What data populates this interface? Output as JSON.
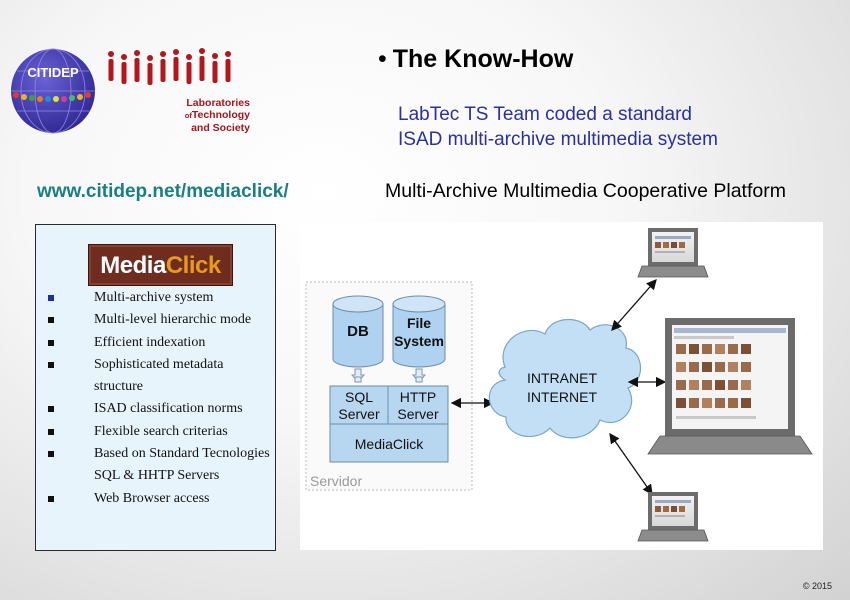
{
  "logo": {
    "globe_text": "CITIDEP",
    "lab_line1": "Laboratories",
    "lab_line2_small": "of",
    "lab_line2": "Technology",
    "lab_line3": "and Society",
    "colors": {
      "globe": "#4a3fb0",
      "people": "#b3161c"
    }
  },
  "title": {
    "bullet": "•",
    "text": "The Know-How"
  },
  "subtitle": {
    "line1": "LabTec TS Team coded a standard",
    "line2": "ISAD multi-archive multimedia system"
  },
  "url": "www.citidep.net/mediaclick/",
  "platform_title": "Multi-Archive Multimedia Cooperative Platform",
  "mediaclick_logo": {
    "part1": "Media",
    "part2": "Click"
  },
  "features": [
    "Multi-archive system",
    "Multi-level hierarchic mode",
    "Efficient indexation",
    "Sophisticated metadata structure",
    "ISAD classification norms",
    "Flexible search criterias",
    "Based on Standard Tecnologies SQL & HHTP Servers",
    "Web Browser access"
  ],
  "diagram": {
    "db": "DB",
    "file_system_1": "File",
    "file_system_2": "System",
    "sql_server_1": "SQL",
    "sql_server_2": "Server",
    "http_server_1": "HTTP",
    "http_server_2": "Server",
    "mediaclick": "MediaClick",
    "servidor": "Servidor",
    "cloud_line1": "INTRANET",
    "cloud_line2": "INTERNET",
    "colors": {
      "server_fill": "#b7d6ef",
      "cylinder_fill": "#aed2f0",
      "cloud_fill": "#c2dff5"
    }
  },
  "copyright": "© 2015"
}
